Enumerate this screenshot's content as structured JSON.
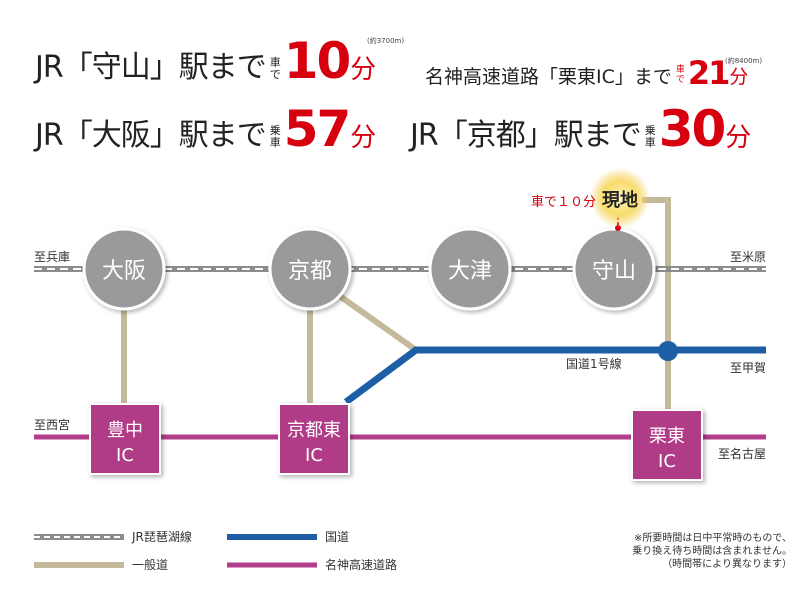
{
  "headlines": {
    "moriyama": {
      "pre": "JR「守山」駅まで",
      "mode": [
        "車",
        "で"
      ],
      "num": "10",
      "unit": "分",
      "note": "(約3700m)"
    },
    "meishin": {
      "pre": "名神高速道路「栗東IC」まで",
      "mode": [
        "車",
        "で"
      ],
      "num": "21",
      "unit": "分",
      "note": "(約8400m)"
    },
    "osaka": {
      "pre": "JR「大阪」駅まで",
      "mode": [
        "乗",
        "車"
      ],
      "num": "57",
      "unit": "分"
    },
    "kyoto": {
      "pre": "JR「京都」駅まで",
      "mode": [
        "乗",
        "車"
      ],
      "num": "30",
      "unit": "分"
    }
  },
  "map": {
    "stations": [
      "大阪",
      "京都",
      "大津",
      "守山"
    ],
    "ics": [
      [
        "豊中",
        "IC"
      ],
      [
        "京都東",
        "IC"
      ],
      [
        "栗東",
        "IC"
      ]
    ],
    "site": "現地",
    "site_time": "車で１０分",
    "labels": {
      "hyogo": "至兵庫",
      "maibara": "至米原",
      "route1": "国道1号線",
      "koka": "至甲賀",
      "nishinomiya": "至西宮",
      "nagoya": "至名古屋"
    }
  },
  "legend": {
    "jr": "JR琵琶湖線",
    "national": "国道",
    "general": "一般道",
    "expressway": "名神高速道路"
  },
  "disclaimer": [
    "※所要時間は日中平常時のもので、",
    "乗り換え待ち時間は含まれません。",
    "（時間帯により異なります）"
  ],
  "colors": {
    "red": "#d7000f",
    "jr_gray": "#8c8c8c",
    "general_road": "#c4b99b",
    "national_road": "#1d5ea5",
    "expressway": "#b23d8b",
    "ic_fill": "#b03a87",
    "station": "#9a9a9a",
    "site_glow": "#f6d45a"
  }
}
